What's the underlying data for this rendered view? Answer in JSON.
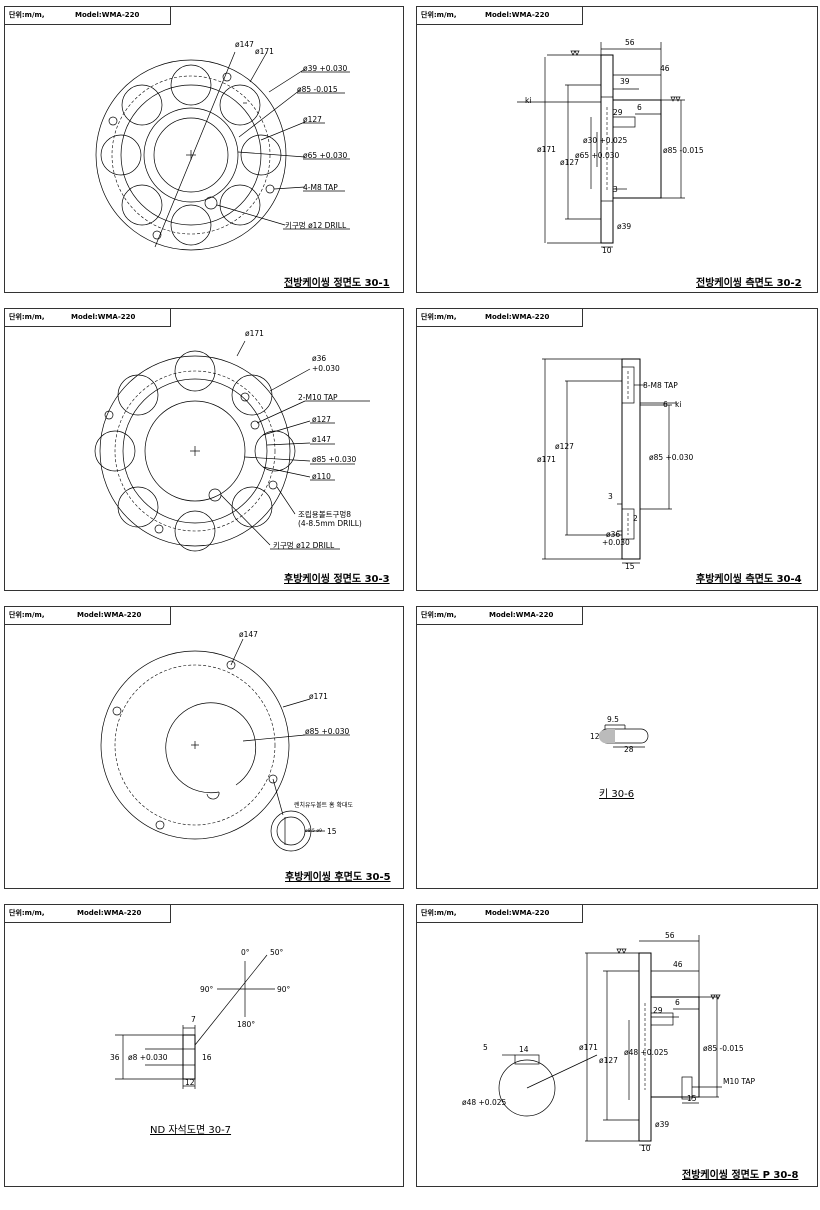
{
  "header": {
    "unit": "단위:m/m,",
    "model": "Model:WMA-220"
  },
  "p1": {
    "caption": "전방케이씽 정면도 30-1",
    "d147": "ø147",
    "d171": "ø171",
    "d39": "ø39 +0.030",
    "d85": "ø85 -0.015",
    "d127": "ø127",
    "d65": "ø65 +0.030",
    "tap": "4-M8 TAP",
    "drill": "키구멍 ø12 DRILL"
  },
  "p2": {
    "caption": "전방케이씽 측면도 30-2",
    "d56": "56",
    "d46": "46",
    "d39": "39",
    "d6": "6",
    "d29": "29",
    "ki": "ki",
    "d171": "ø171",
    "d127": "ø127",
    "d30": "ø30 +0.025",
    "d65": "ø65 +0.030",
    "d85": "ø85 -0.015",
    "d3": "3",
    "d39b": "ø39",
    "d10": "10"
  },
  "p3": {
    "caption": "후방케이씽 정면도 30-3",
    "d171": "ø171",
    "d36a": "ø36",
    "d36b": "+0.030",
    "tap": "2-M10 TAP",
    "d127": "ø127",
    "d147": "ø147",
    "d85": "ø85 +0.030",
    "d110": "ø110",
    "bolt1": "조립용볼트구멍8",
    "bolt2": "(4-8.5mm DRILL)",
    "drill": "키구멍 ø12 DRILL"
  },
  "p4": {
    "caption": "후방케이씽 측면도 30-4",
    "tap": "8-M8 TAP",
    "d6": "6",
    "ki": "ki",
    "d127": "ø127",
    "d171": "ø171",
    "d85": "ø85 +0.030",
    "d3": "3",
    "d2": "2",
    "d36a": "ø36",
    "d36b": "+0.030",
    "d15": "15"
  },
  "p5": {
    "caption": "후방케이씽 후면도 30-5",
    "d147": "ø147",
    "d171": "ø171",
    "d85": "ø85 +0.030",
    "detail": "렌치유두볼트 홈 확대도",
    "small": "ø8.5 ø9",
    "d15": "15"
  },
  "p6": {
    "caption": "키 30-6",
    "d95": "9.5",
    "d12": "12",
    "d28": "28"
  },
  "p7": {
    "caption": "ND 자석도면 30-7",
    "a0": "0°",
    "a50": "50°",
    "a90l": "90°",
    "a90r": "90°",
    "a180": "180°",
    "d7": "7",
    "d36": "36",
    "d8": "ø8 +0.030",
    "d16": "16",
    "d12": "12"
  },
  "p8": {
    "caption": "전방케이씽 정면도 P 30-8",
    "d56": "56",
    "d46": "46",
    "d6": "6",
    "d29": "29",
    "d171": "ø171",
    "d127": "ø127",
    "d48": "ø48 +0.025",
    "d85": "ø85 -0.015",
    "tap": "M10 TAP",
    "d15": "15",
    "d39": "ø39",
    "d10": "10",
    "d5": "5",
    "d14": "14",
    "d48b": "ø48 +0.025"
  }
}
